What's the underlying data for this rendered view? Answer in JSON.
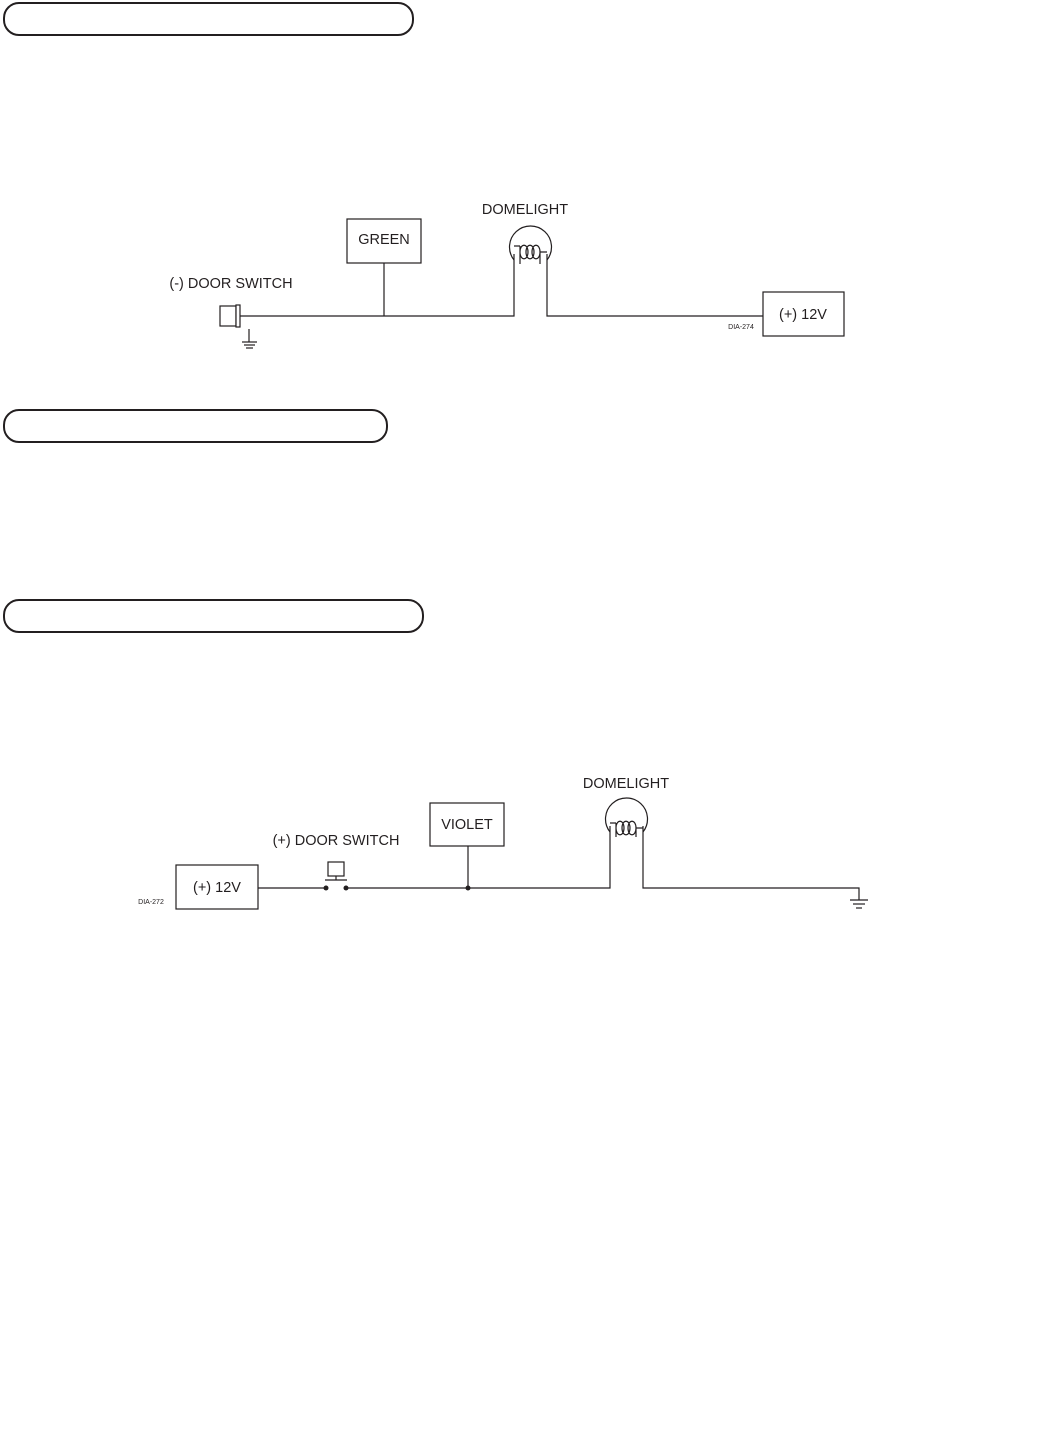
{
  "section_banners": [
    {
      "label": ""
    },
    {
      "label": ""
    },
    {
      "label": ""
    }
  ],
  "diagram_negative": {
    "domelight_label": "DOMELIGHT",
    "wire_label": "GREEN",
    "switch_label": "(-) DOOR SWITCH",
    "power_label": "(+) 12V",
    "diagram_id": "DIA-274"
  },
  "diagram_positive": {
    "domelight_label": "DOMELIGHT",
    "wire_label": "VIOLET",
    "switch_label": "(+) DOOR SWITCH",
    "power_label": "(+) 12V",
    "diagram_id": "DIA-272"
  },
  "colors": {
    "ink": "#231f20",
    "background": "#ffffff"
  }
}
